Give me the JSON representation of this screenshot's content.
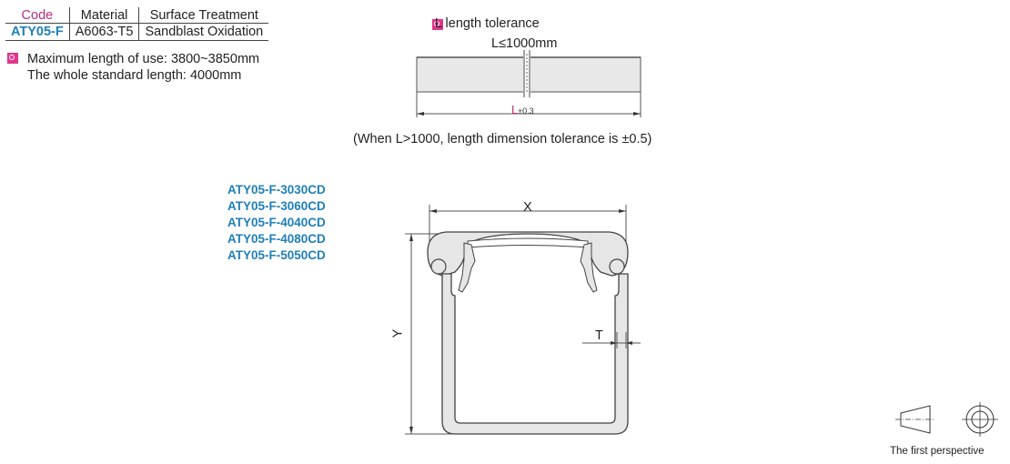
{
  "spec_table": {
    "headers": [
      "Code",
      "Material",
      "Surface Treatment"
    ],
    "row": [
      "ATY05-F",
      "A6063-T5",
      "Sandblast Oxidation"
    ]
  },
  "length_info": {
    "max_use": "Maximum length of use: 3800~3850mm",
    "standard": "The  whole standard length: 4000mm"
  },
  "tolerance": {
    "title": "L length tolerance",
    "limit": "L≤1000mm",
    "dim_letter": "L",
    "dim_tol": "±0.3",
    "note": "(When L>1000, length dimension tolerance is ±0.5)"
  },
  "models": [
    "ATY05-F-3030CD",
    "ATY05-F-3060CD",
    "ATY05-F-4040CD",
    "ATY05-F-4080CD",
    "ATY05-F-5050CD"
  ],
  "profile_labels": {
    "x": "X",
    "y": "Y",
    "t": "T"
  },
  "projection": {
    "label": "The first perspective"
  },
  "colors": {
    "accent_blue": "#1f7fb8",
    "accent_magenta": "#b8307a",
    "bullet": "#e0368a"
  }
}
